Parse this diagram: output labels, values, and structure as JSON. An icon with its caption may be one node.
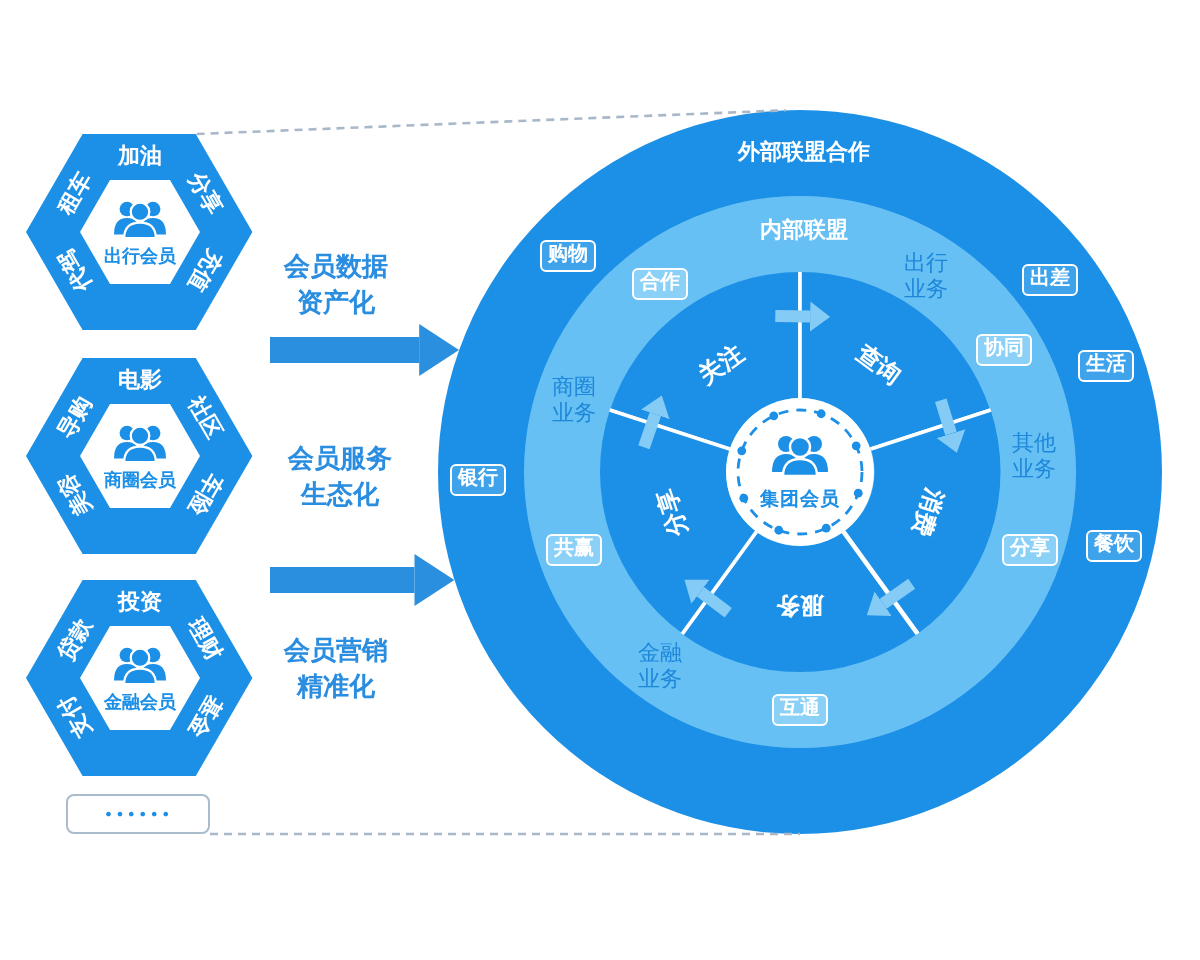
{
  "diagram": {
    "nodes": [
      {
        "text": [
          "加油",
          "分享",
          "充值",
          "代驾",
          "租车"
        ]
      },
      {
        "text": [
          "出行会员"
        ],
        "in": 0
      },
      {
        "text": [
          "电影",
          "社区",
          "车险",
          "美容",
          "导购"
        ]
      },
      {
        "text": [
          "商圈会员"
        ],
        "in": 2
      },
      {
        "text": [
          "投资",
          "理财",
          "基金",
          "支付",
          "贷款"
        ]
      },
      {
        "text": [
          "金融会员"
        ],
        "in": 4
      },
      {
        "text": [
          "••••••"
        ]
      },
      {
        "text": [
          "外部联盟合作"
        ]
      },
      {
        "text": [
          "内部联盟"
        ],
        "in": 7
      },
      {
        "text": [
          "关注"
        ],
        "in": 8
      },
      {
        "text": [
          "查询"
        ],
        "in": 8
      },
      {
        "text": [
          "消费"
        ],
        "in": 8
      },
      {
        "text": [
          "服务"
        ],
        "in": 8
      },
      {
        "text": [
          "分享"
        ],
        "in": 8
      },
      {
        "text": [
          "集团会员"
        ],
        "in": 8
      },
      {
        "text": [
          "合作"
        ],
        "in": 8
      },
      {
        "text": [
          "协同"
        ],
        "in": 8
      },
      {
        "text": [
          "分享"
        ],
        "in": 8
      },
      {
        "text": [
          "互通"
        ],
        "in": 8
      },
      {
        "text": [
          "共赢"
        ],
        "in": 8
      },
      {
        "text": [
          "购物"
        ],
        "in": 7
      },
      {
        "text": [
          "出差"
        ],
        "in": 7
      },
      {
        "text": [
          "生活"
        ],
        "in": 7
      },
      {
        "text": [
          "餐饮"
        ],
        "in": 7
      },
      {
        "text": [
          "银行"
        ],
        "in": 7
      }
    ],
    "edges": [
      {
        "from": 0,
        "to": 7,
        "arrow": "none",
        "style": "dashed",
        "color": "#a9b8c8"
      },
      {
        "from": 6,
        "to": 7,
        "arrow": "none",
        "style": "dashed",
        "color": "#a9b8c8"
      },
      {
        "from": null,
        "to": 7,
        "arrow": "to",
        "style": "thick",
        "color": "#2b8fe0"
      },
      {
        "from": null,
        "to": 7,
        "arrow": "to",
        "style": "thick",
        "color": "#2b8fe0"
      },
      {
        "from": 9,
        "to": 10,
        "arrow": "to"
      },
      {
        "from": 10,
        "to": 11,
        "arrow": "to"
      },
      {
        "from": 11,
        "to": 12,
        "arrow": "to"
      },
      {
        "from": 12,
        "to": 13,
        "arrow": "to"
      },
      {
        "from": 13,
        "to": 9,
        "arrow": "to"
      }
    ],
    "labels": [
      "会员数据资产化",
      "会员服务生态化",
      "会员营销精准化",
      "出行业务",
      "商圈业务",
      "其他业务",
      "金融业务"
    ]
  }
}
